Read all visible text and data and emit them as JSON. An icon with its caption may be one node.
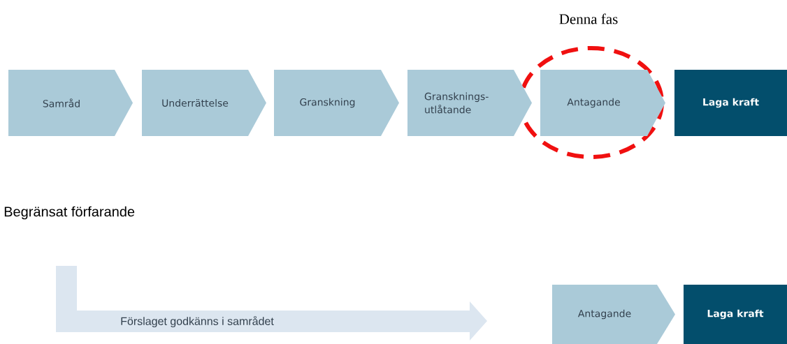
{
  "diagram": {
    "nodes": [
      {
        "text": [
          "Samråd"
        ]
      },
      {
        "text": [
          "Underrättelse"
        ]
      },
      {
        "text": [
          "Granskning"
        ]
      },
      {
        "text": [
          "Gransknings- utlåtande"
        ]
      },
      {
        "text": [
          "Antagande"
        ]
      },
      {
        "text": [
          "Laga kraft"
        ]
      },
      {
        "text": [
          "Förslaget godkänns i samrådet"
        ]
      },
      {
        "text": [
          "Antagande"
        ]
      },
      {
        "text": [
          "Laga kraft"
        ]
      }
    ],
    "labels": [
      "Denna fas",
      "Begränsat förfarande"
    ]
  }
}
